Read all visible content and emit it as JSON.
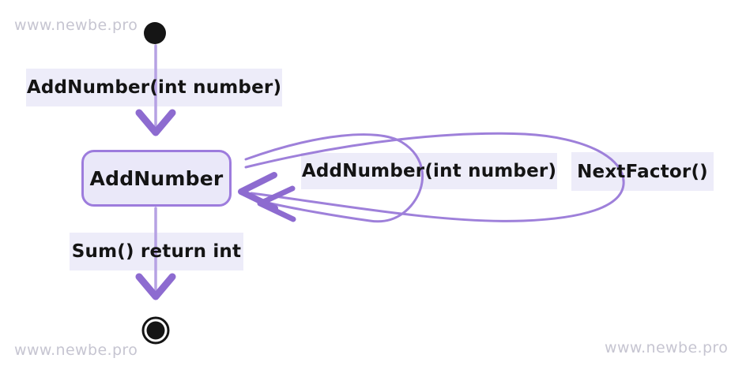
{
  "watermarks": {
    "top_left": "www.newbe.pro",
    "bottom_left": "www.newbe.pro",
    "bottom_right": "www.newbe.pro"
  },
  "diagram": {
    "type": "uml-state-machine",
    "states": [
      {
        "id": "AddNumber",
        "label": "AddNumber"
      }
    ],
    "initial_state": "[initial]",
    "final_state": "[final]",
    "transitions": [
      {
        "from": "[initial]",
        "to": "AddNumber",
        "label": "AddNumber(int number)"
      },
      {
        "from": "AddNumber",
        "to": "AddNumber",
        "label": "AddNumber(int number)"
      },
      {
        "from": "AddNumber",
        "to": "AddNumber",
        "label": "NextFactor()"
      },
      {
        "from": "AddNumber",
        "to": "[final]",
        "label": "Sum() return int"
      }
    ]
  },
  "colors": {
    "edge": "#9e80da",
    "edge-light": "#b6a2e4",
    "arrow": "#8d6bd0",
    "node-border": "#9d7cdd",
    "node-fill": "#eae8f9",
    "label-bg": "#edecf9",
    "text": "#141414",
    "watermark": "#c6c5d1"
  }
}
